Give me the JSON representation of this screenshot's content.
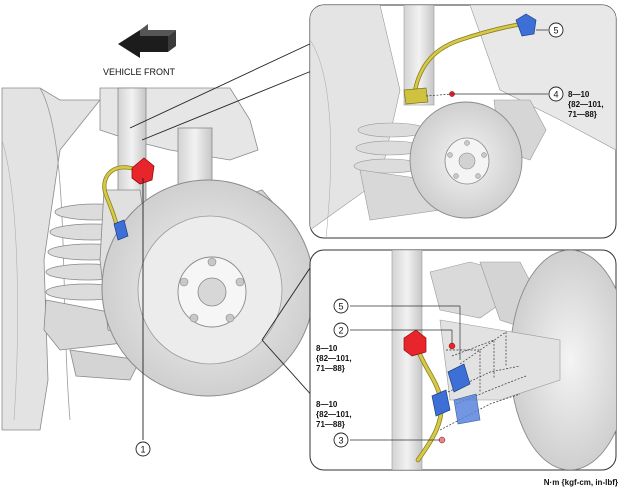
{
  "header": {
    "direction_label": "VEHICLE FRONT"
  },
  "callouts": [
    {
      "id": "1",
      "label": "1"
    },
    {
      "id": "2",
      "label": "2"
    },
    {
      "id": "3",
      "label": "3"
    },
    {
      "id": "4",
      "label": "4"
    },
    {
      "id": "5a",
      "label": "5"
    },
    {
      "id": "5b",
      "label": "5"
    }
  ],
  "torque_specs": {
    "top_detail": [
      "8—10",
      "{82—101,",
      "71—88}"
    ],
    "bottom_detail_upper": [
      "8—10",
      "{82—101,",
      "71—88}"
    ],
    "bottom_detail_lower": [
      "8—10",
      "{82—101,",
      "71—88}"
    ]
  },
  "units_note": "N·m {kgf-cm, in-lbf}",
  "colors": {
    "hose": "#d6c94a",
    "red_part": "#e8252a",
    "blue_part": "#3d6fd6",
    "background_part": "#dedede",
    "outline": "#777777"
  }
}
